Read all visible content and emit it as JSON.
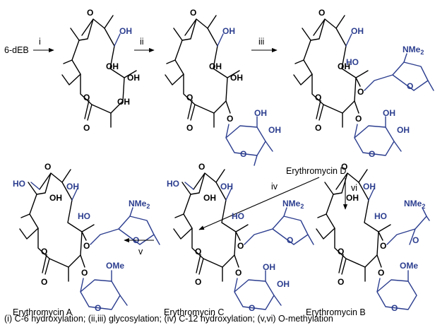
{
  "scheme": {
    "start_label": "6-dEB",
    "steps": [
      "i",
      "ii",
      "iii",
      "iv",
      "v",
      "vi"
    ],
    "compounds": {
      "erythromycin_d": "Erythromycin D",
      "erythromycin_c": "Erythromycin C",
      "erythromycin_b": "Erythromycin B",
      "erythromycin_a": "Erythromycin A"
    },
    "atoms": {
      "oh": "OH",
      "ho": "HO",
      "o": "O",
      "ome": "OMe",
      "nme2": "NMe",
      "nme2_sub": "2"
    },
    "caption": "(i) C-6 hydroxylation; (ii,iii) glycosylation; (iv) C-12 hydroxylation; (v,vi) O-methylation"
  },
  "colors": {
    "bond": "#000000",
    "modification": "#2c3e8f"
  }
}
